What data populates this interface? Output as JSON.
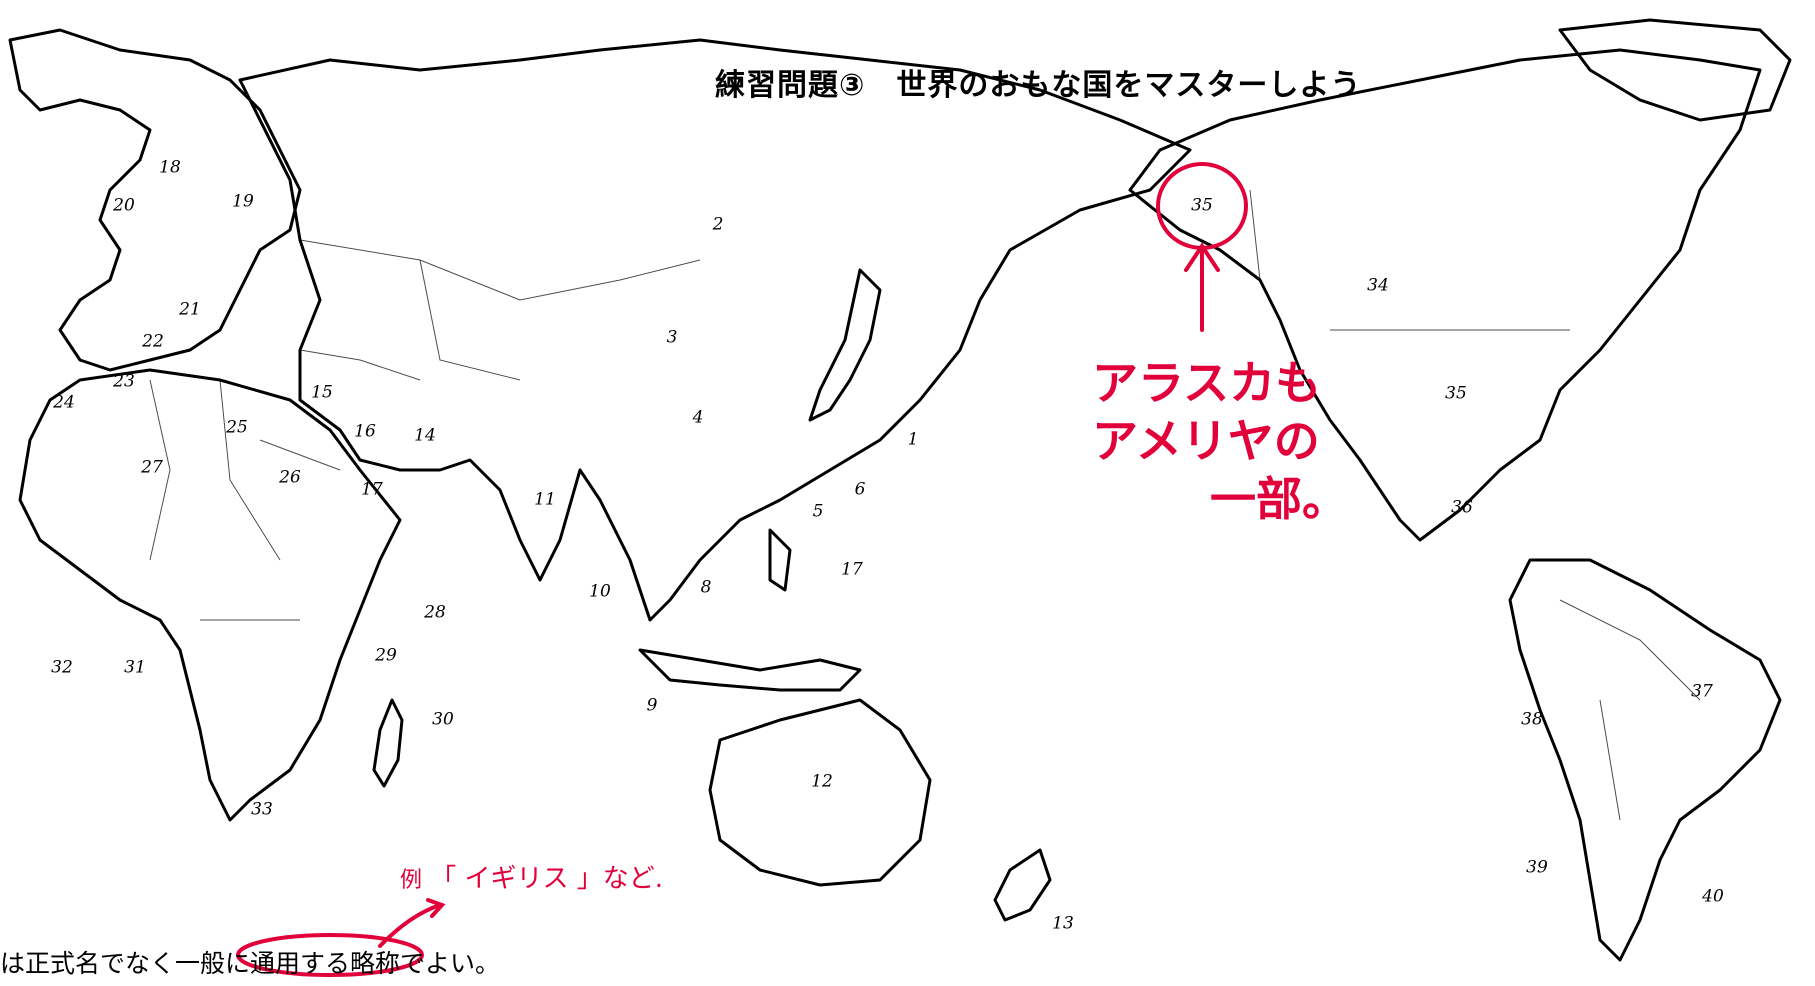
{
  "header": {
    "title": "練習問題③　世界のおもな国をマスターしよう"
  },
  "map": {
    "labels": [
      "1",
      "2",
      "3",
      "4",
      "5",
      "6",
      "8",
      "9",
      "10",
      "11",
      "12",
      "13",
      "14",
      "15",
      "16",
      "17",
      "17",
      "18",
      "19",
      "20",
      "21",
      "22",
      "23",
      "24",
      "25",
      "26",
      "27",
      "28",
      "29",
      "30",
      "31",
      "32",
      "33",
      "34",
      "35",
      "35",
      "36",
      "37",
      "38",
      "39",
      "40"
    ]
  },
  "annotation": {
    "note_lines": [
      "アラスカも",
      "アメリヤの",
      "一部。"
    ],
    "example_mark": "例",
    "example_text": "「 イギリス 」など.",
    "color": "#e2003a"
  },
  "instruction": {
    "part1": "は正式名でなく",
    "highlight": "一般に通用する略称",
    "part2": "でよい。"
  }
}
